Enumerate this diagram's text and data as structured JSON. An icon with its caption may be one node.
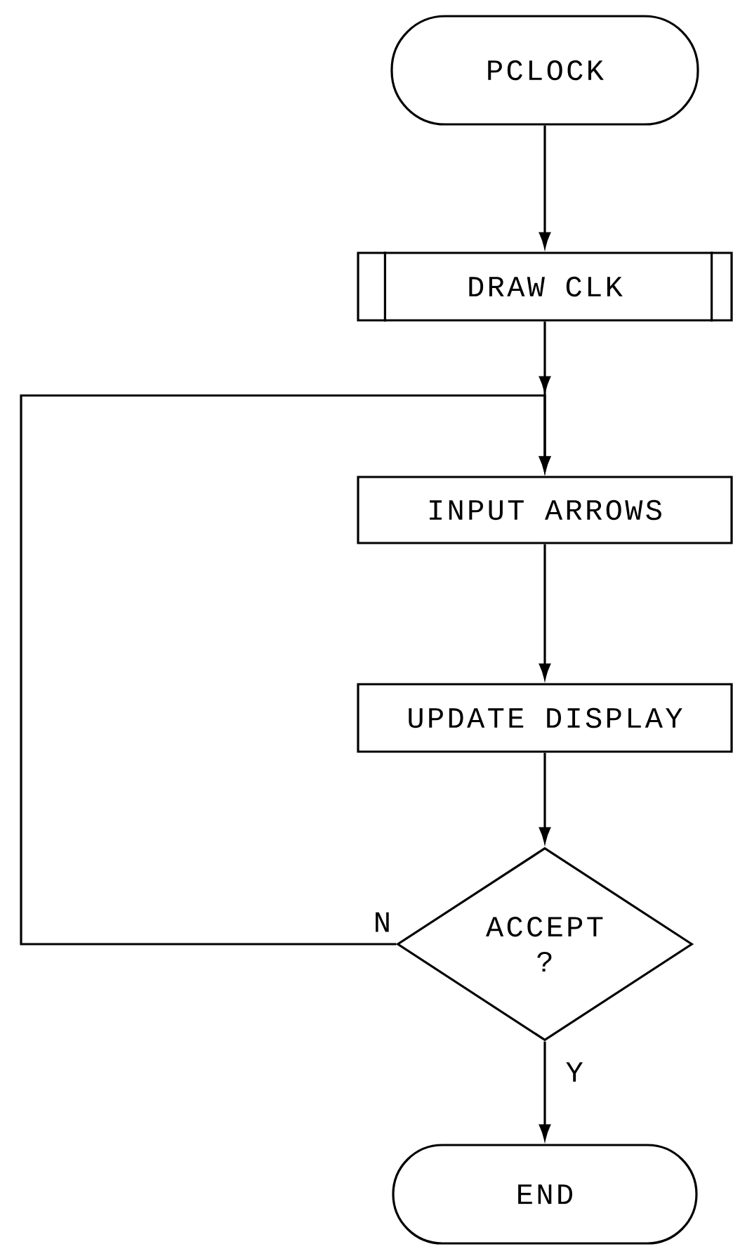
{
  "diagram": {
    "nodes": [
      {
        "text": [
          "PCLOCK"
        ]
      },
      {
        "text": [
          "DRAW CLK"
        ]
      },
      {
        "text": [
          "INPUT ARROWS"
        ]
      },
      {
        "text": [
          "UPDATE DISPLAY"
        ]
      },
      {
        "text": [
          "ACCEPT ?"
        ]
      },
      {
        "text": [
          "END"
        ]
      }
    ],
    "edges": [
      {
        "from": 0,
        "to": 1,
        "arrow": "to"
      },
      {
        "from": 1,
        "to": 2,
        "arrow": "to"
      },
      {
        "from": 2,
        "to": 3,
        "arrow": "to"
      },
      {
        "from": 3,
        "to": 4,
        "arrow": "to"
      },
      {
        "from": 4,
        "to": 2,
        "arrow": "to",
        "label": "N"
      },
      {
        "from": 4,
        "to": 5,
        "arrow": "to",
        "label": "Y"
      }
    ]
  }
}
